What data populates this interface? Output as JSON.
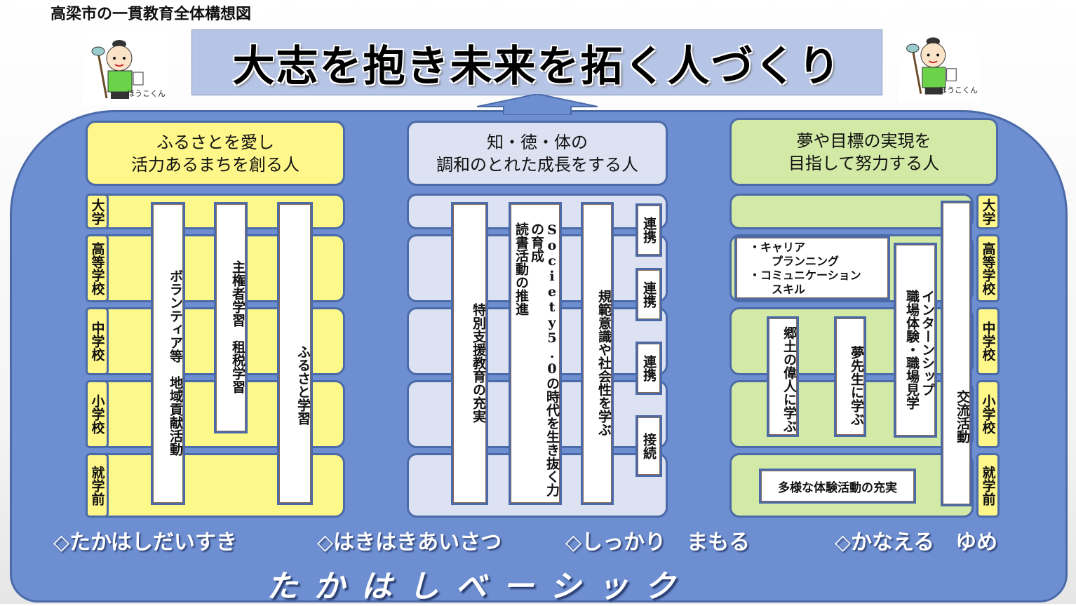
{
  "page_title": "高梁市の一貫教育全体構想図",
  "slogan": "大志を抱き未来を拓く人づくり",
  "mascot": {
    "label": "ほうこくん"
  },
  "goals": {
    "left": "ふるさとを愛し\n活力あるまちを創る人",
    "middle": "知・徳・体の\n調和のとれた成長をする人",
    "right": "夢や目標の実現を\n目指して努力する人"
  },
  "stages": [
    "大学",
    "高等学校",
    "中学校",
    "小学校",
    "就学前"
  ],
  "left_column": {
    "volunteer": "ボランティア等　地域貢献活動",
    "sovereign": "主権者学習　租税学習",
    "hometown": "ふるさと学習"
  },
  "middle_column": {
    "special_support": "特別支援教育の充実",
    "society50": "Society5.0の時代を生き抜く力の育成\n読書活動の推進",
    "norms": "規範意識や社会性を学ぶ",
    "links": [
      "連携",
      "連携",
      "連携",
      "接続"
    ]
  },
  "right_column": {
    "career": "・キャリア\n　　プランニング\n・コミュニケーション\n　　スキル",
    "internship": "インターンシップ\n職場体験・職場見学",
    "exchange": "交流活動",
    "local_heroes": "郷土の偉人に学ぶ",
    "dream_teacher": "夢先生に学ぶ",
    "diverse": "多様な体験活動の充実"
  },
  "basics": [
    "◇たかはしだいすき",
    "◇はきはきあいさつ",
    "◇しっかり　まもる",
    "◇かなえる　ゆめ"
  ],
  "basic_title": "た か は し ベ ー シ ッ ク",
  "colors": {
    "panel": "#6d8ed0",
    "border": "#4a6aa8",
    "yellow": "#fff78a",
    "lavender": "#dde2f2",
    "green": "#d3eaa6",
    "slogan_bg": "#b6c4e6"
  }
}
